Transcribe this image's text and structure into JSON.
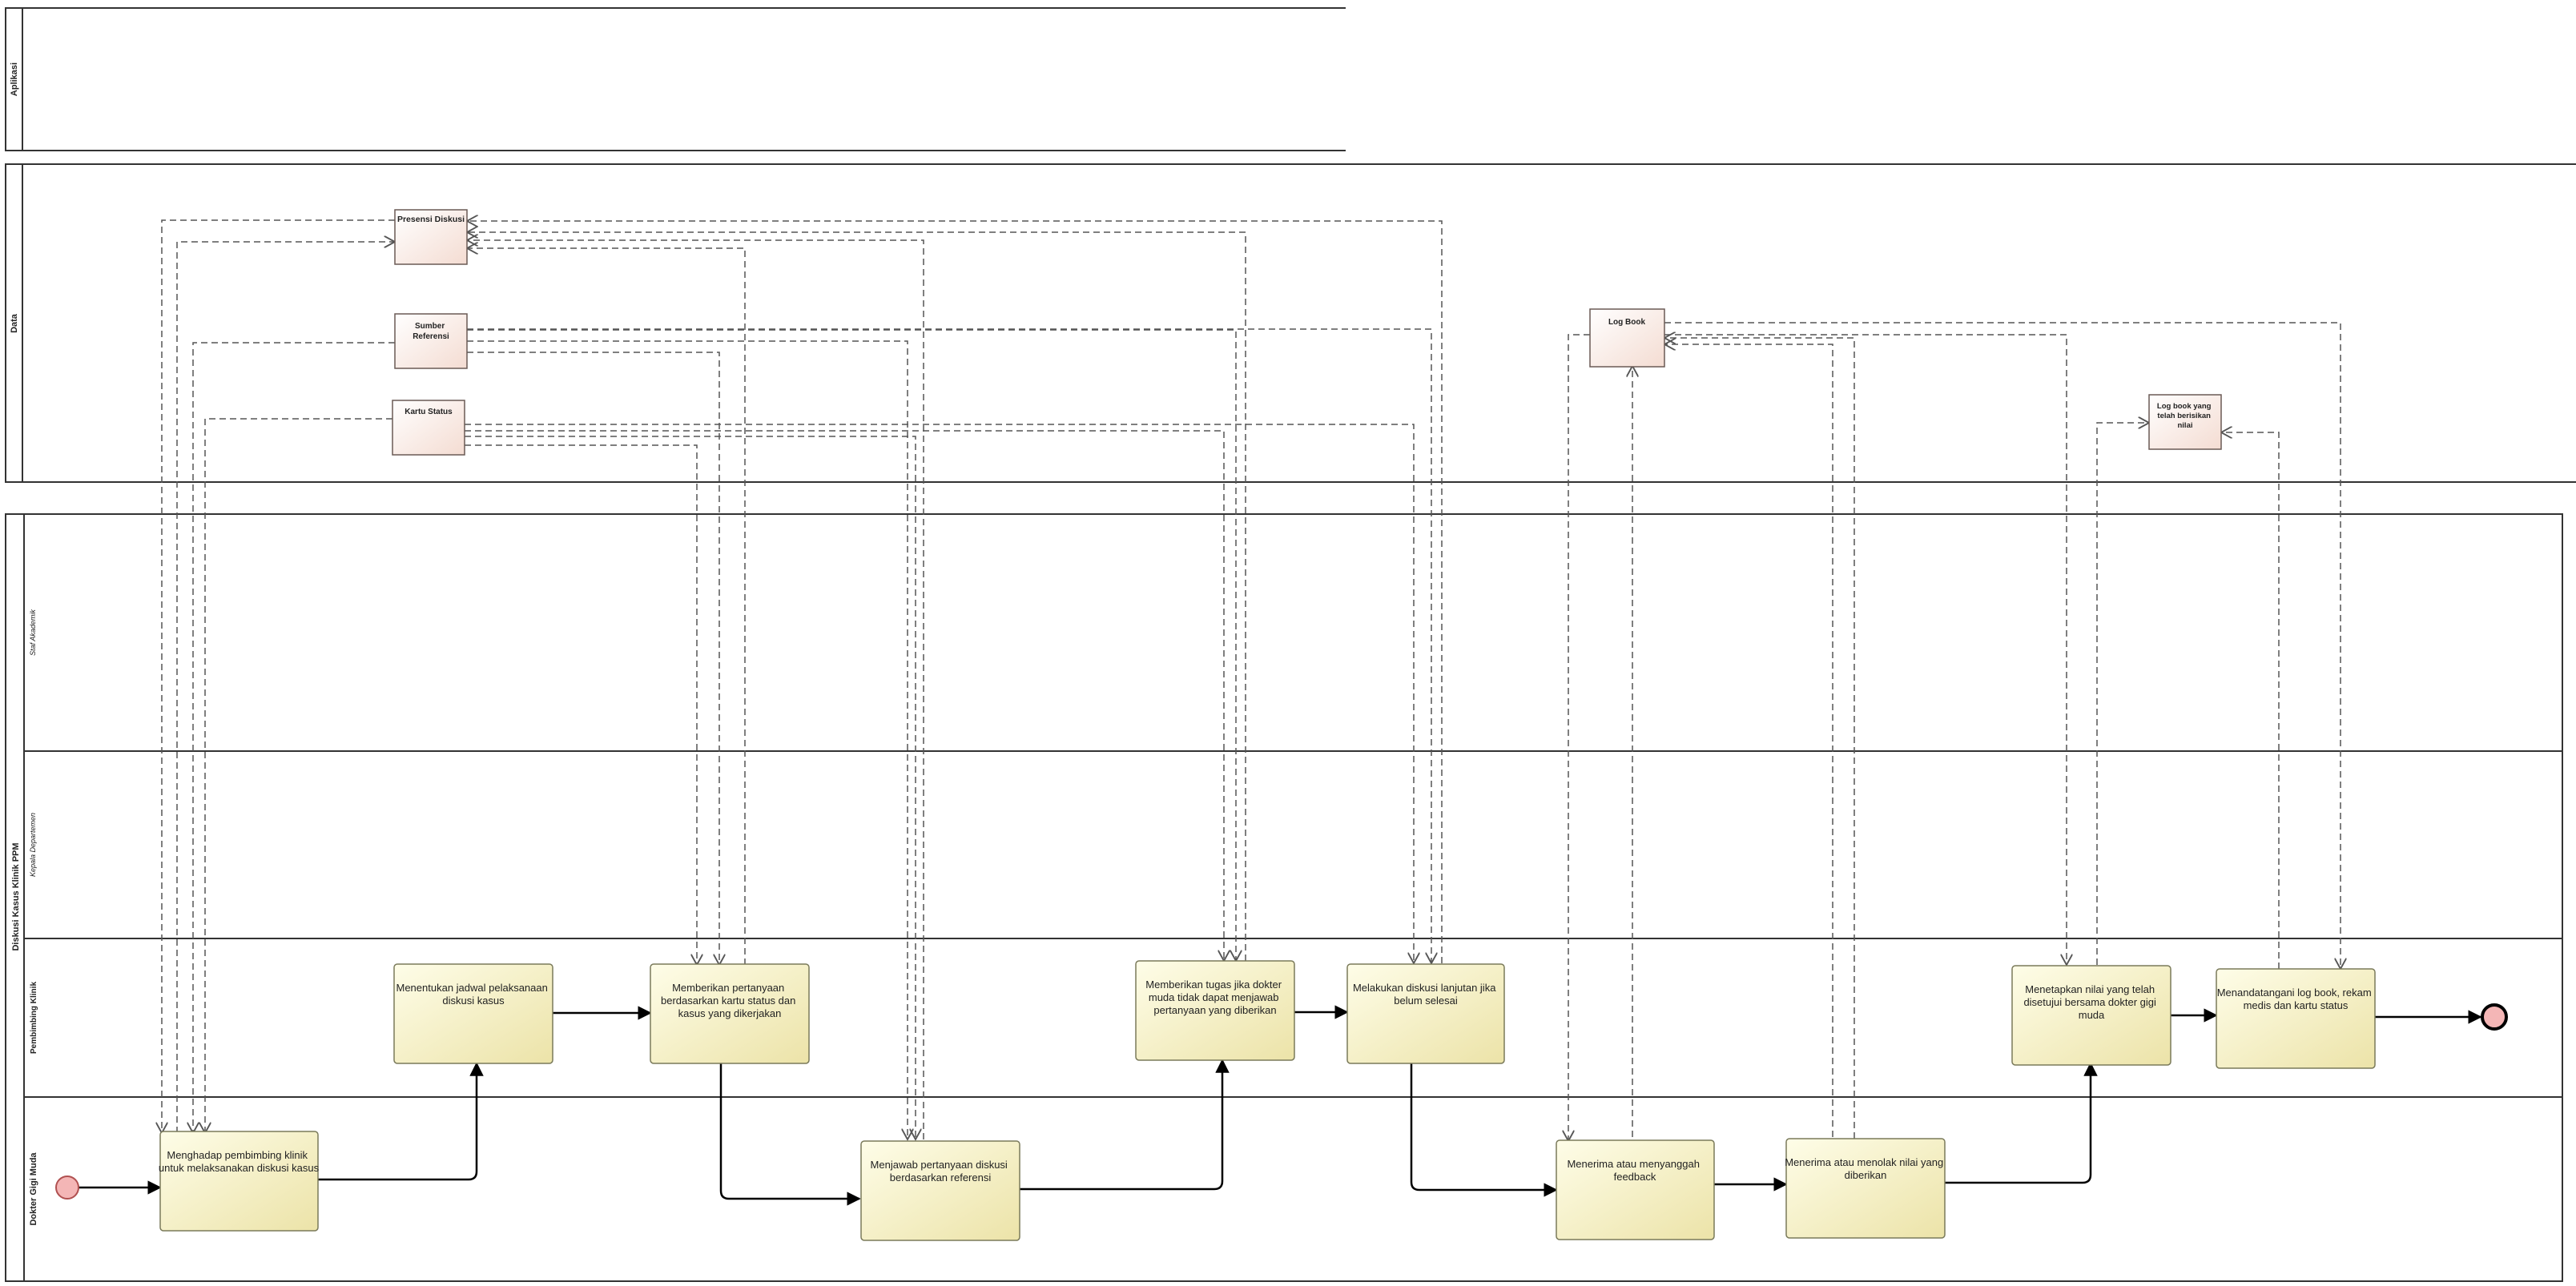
{
  "pools": {
    "aplikasi": "Aplikasi",
    "data": "Data",
    "process": "Diskusi Kasus Klinik PPM"
  },
  "lanes": {
    "staf": "Staf Akademik",
    "kepala": "Kepala Departemen",
    "pembimbing": "Pembimbing Klinik",
    "dokter": "Dokter Gigi Muda"
  },
  "tasks": {
    "t1": "Menghadap pembimbing klinik untuk melaksanakan diskusi kasus",
    "t2": "Menentukan jadwal pelaksanaan diskusi kasus",
    "t3": "Memberikan pertanyaan berdasarkan kartu status dan kasus yang dikerjakan",
    "t4": "Menjawab pertanyaan diskusi berdasarkan referensi",
    "t5": "Memberikan tugas jika dokter muda tidak dapat menjawab pertanyaan yang diberikan",
    "t6": "Melakukan diskusi lanjutan jika belum selesai",
    "t7": "Menerima atau menyanggah feedback",
    "t8": "Menerima atau menolak nilai yang diberikan",
    "t9": "Menetapkan nilai yang telah disetujui bersama dokter gigi muda",
    "t10": "Menandatangani log book, rekam medis dan kartu status"
  },
  "data_objects": {
    "presensi": "Presensi Diskusi",
    "sumber": "Sumber Referensi",
    "kartu": "Kartu Status",
    "logbook": "Log Book",
    "logbook_nilai": "Log book yang telah berisikan nilai"
  },
  "colors": {
    "task_fill_light": "#fefde8",
    "task_fill_dark": "#ece3a8",
    "data_fill_light": "#ffffff",
    "data_fill_dark": "#f4dcd2",
    "event_fill": "#f4b6b6"
  }
}
